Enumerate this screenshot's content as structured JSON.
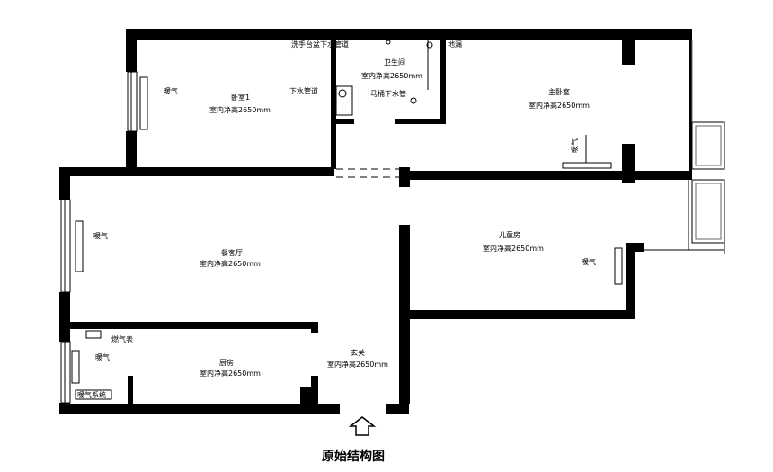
{
  "title": "原始结构图",
  "rooms": {
    "bedroom1": {
      "name": "卧室1",
      "height": "室内净高2650mm"
    },
    "master_bedroom": {
      "name": "主卧室",
      "height": "室内净高2650mm"
    },
    "bathroom": {
      "name": "卫生间",
      "height": "室内净高2650mm"
    },
    "living_dining": {
      "name": "餐客厅",
      "height": "室内净高2650mm"
    },
    "kids_room": {
      "name": "儿童房",
      "height": "室内净高2650mm"
    },
    "kitchen": {
      "name": "厨房",
      "height": "室内净高2650mm"
    },
    "entrance": {
      "name": "玄关",
      "height": "室内净高2650mm"
    }
  },
  "fixtures": {
    "basin_drain": "洗手台盆下水管道",
    "floor_drain": "地漏",
    "drain_pipe": "下水管道",
    "toilet_drain": "马桶下水管",
    "gas_meter": "燃气表",
    "heating_valve": "暖气系统"
  },
  "radiators": {
    "bedroom1": "暖气",
    "master": "暖气",
    "living": "暖气",
    "kids": "暖气",
    "kitchen": "暖气"
  }
}
